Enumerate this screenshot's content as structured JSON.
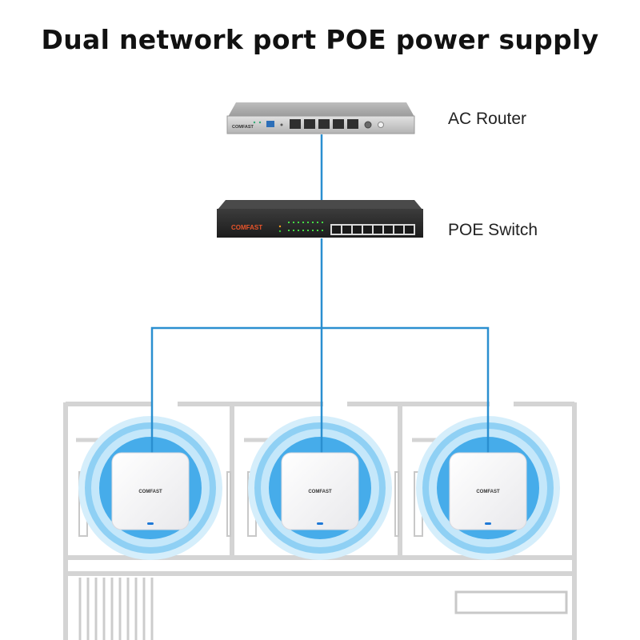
{
  "title": "Dual network port POE power supply",
  "devices": {
    "router": {
      "label": "AC Router",
      "brand": "COMFAST"
    },
    "switch": {
      "label": "POE Switch",
      "brand": "COMFAST"
    },
    "access_points": [
      {
        "brand": "COMFAST"
      },
      {
        "brand": "COMFAST"
      },
      {
        "brand": "COMFAST"
      }
    ]
  },
  "colors": {
    "cable": "#2a8fd0",
    "signal_outer": "#8fd0f4",
    "signal_inner": "#46acea",
    "wall": "#d4d4d4",
    "brand_orange": "#e8542a"
  }
}
